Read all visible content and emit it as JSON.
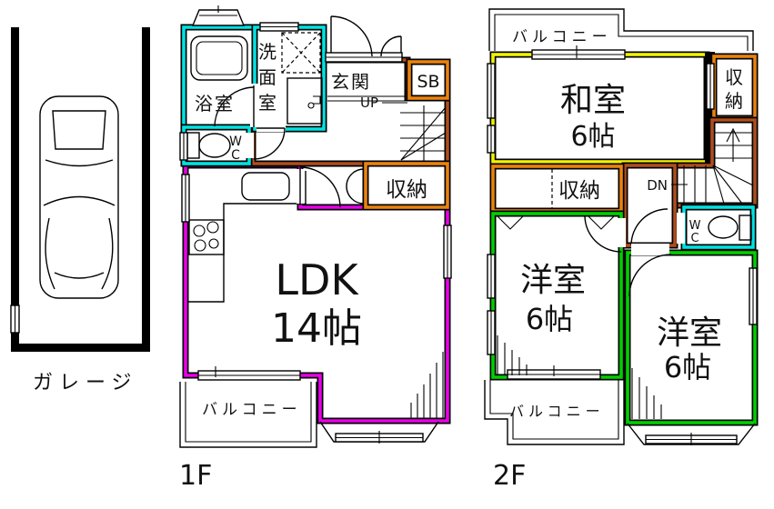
{
  "title": "2-story house floor plan with garage",
  "colors": {
    "wall": "#000000",
    "wet_area_accent": "#00e2e2",
    "ldk_accent": "#ea00ea",
    "hall_stairs_accent": "#ad4e1e",
    "storage_accent": "#e8830f",
    "washitsu_accent": "#f2f200",
    "yoshitsu_accent": "#00cf00"
  },
  "garage": {
    "label": "ガレージ"
  },
  "floor1": {
    "floor_label": "1F",
    "bath": "浴室",
    "washroom_c1": "洗",
    "washroom_c2": "面",
    "washroom_c3": "室",
    "entrance": "玄関",
    "shoebox": "SB",
    "up": "UP",
    "wc_l1": "W",
    "wc_l2": "C",
    "storage": "収納",
    "ldk_l1": "LDK",
    "ldk_l2": "14帖",
    "balcony": "バルコニー"
  },
  "floor2": {
    "floor_label": "2F",
    "balcony_top": "バルコニー",
    "washitsu_l1": "和室",
    "washitsu_l2": "6帖",
    "storage_top_c1": "収",
    "storage_top_c2": "納",
    "dn": "DN",
    "storage_mid": "収納",
    "wc_l1": "W",
    "wc_l2": "C",
    "room1_l1": "洋室",
    "room1_l2": "6帖",
    "room2_l1": "洋室",
    "room2_l2": "6帖",
    "balcony_bottom": "バルコニー"
  }
}
